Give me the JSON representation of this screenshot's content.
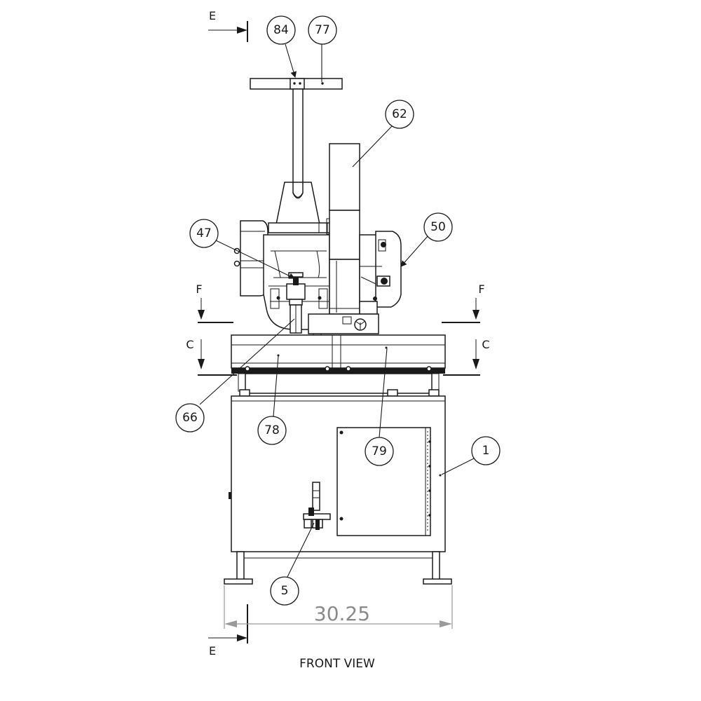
{
  "view_title": "FRONT VIEW",
  "dimension": {
    "value": "30.25"
  },
  "section_labels": {
    "e_top": "E",
    "e_bottom": "E",
    "f_left": "F",
    "f_right": "F",
    "c_left": "C",
    "c_right": "C"
  },
  "callouts": {
    "c84": "84",
    "c77": "77",
    "c62": "62",
    "c47": "47",
    "c50": "50",
    "c66": "66",
    "c78": "78",
    "c79": "79",
    "c1": "1",
    "c5": "5"
  }
}
